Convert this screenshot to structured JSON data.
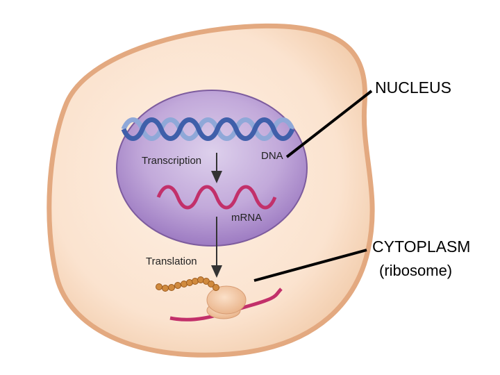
{
  "labels": {
    "transcription": "Transcription",
    "dna": "DNA",
    "mrna": "mRNA",
    "translation": "Translation",
    "nucleus": "NUCLEUS",
    "cytoplasm": "CYTOPLASM",
    "cytoplasm_note": "(ribosome)"
  },
  "colors": {
    "cell_membrane": "#e8b48f",
    "cytoplasm_fill": "#fbe6d3",
    "nucleus_fill": "#b79ad0",
    "nucleus_edge": "#7a5a9a",
    "dna_strand_a": "#3f5faa",
    "dna_strand_b": "#8fa8d8",
    "mrna": "#c2306a",
    "peptide": "#c9772e",
    "ribosome": "#f3c8a6",
    "arrow": "#333333"
  },
  "icons": {
    "dna": "double-helix-icon",
    "mrna": "single-strand-icon",
    "ribosome": "ribosome-icon",
    "peptide": "amino-acid-chain-icon"
  }
}
